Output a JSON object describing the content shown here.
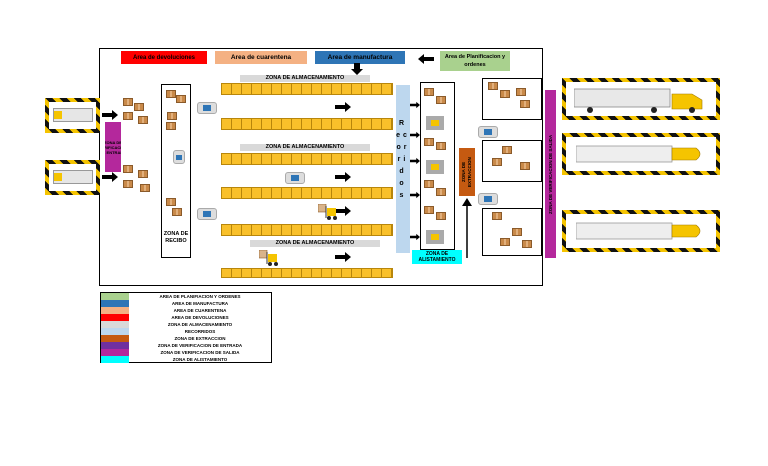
{
  "top_labels": {
    "devoluciones": "Area de devoluciones",
    "cuarentena": "Area de cuarentena",
    "manufactura": "Area de manufactura",
    "planificacion": "Area de Planificacion y ordenes"
  },
  "storage_titles": [
    "ZONA DE ALMACENAMIENTO",
    "ZONA DE ALMACENAMIENTO",
    "ZONA DE ALMACENAMIENTO"
  ],
  "zona_recibo": "ZONA DE RECIBO",
  "recorridos": "Recorridos",
  "zona_extraccion": "ZONA DE EXTRACCION",
  "zona_alistamiento": "ZONA DE ALISTAMIENTO",
  "verif_entrada": "ZONA DE VERIFICACION DE ENTRADA",
  "verif_salida": "ZONA DE VERIFICACION DE SALIDA",
  "legend": [
    {
      "label": "AREA DE PLANIFIACION Y ORDENES",
      "color": "#a9d18e"
    },
    {
      "label": "AREA DE MANUFACTURA",
      "color": "#2e75b6"
    },
    {
      "label": "AREA DE CUARENTENA",
      "color": "#f4b183"
    },
    {
      "label": "AREA DE DEVOLUCIONES",
      "color": "#ff0000"
    },
    {
      "label": "ZONA DE ALMACENAMIENTO",
      "color": "#d9d9d9"
    },
    {
      "label": "RECORRIDOS",
      "color": "#bdd7ee"
    },
    {
      "label": "ZONA DE EXTRACCION",
      "color": "#c55a11"
    },
    {
      "label": "ZONA DE VERIFICACION DE ENTRADA",
      "color": "#7030a0"
    },
    {
      "label": "ZONA DE VERIFICACION DE SALIDA",
      "color": "#b4289c"
    },
    {
      "label": "ZONA DE ALISTAMIENTO",
      "color": "#00ffff"
    }
  ],
  "colors": {
    "devoluciones": "#ff0000",
    "cuarentena": "#f4b183",
    "manufactura": "#2e75b6",
    "planificacion": "#a9d18e",
    "recorridos": "#bdd7ee",
    "extraccion": "#c55a11",
    "verif_entrada": "#7030a0",
    "verif_salida": "#b4289c",
    "alistamiento": "#00ffff",
    "rack": "#f9c02a"
  }
}
